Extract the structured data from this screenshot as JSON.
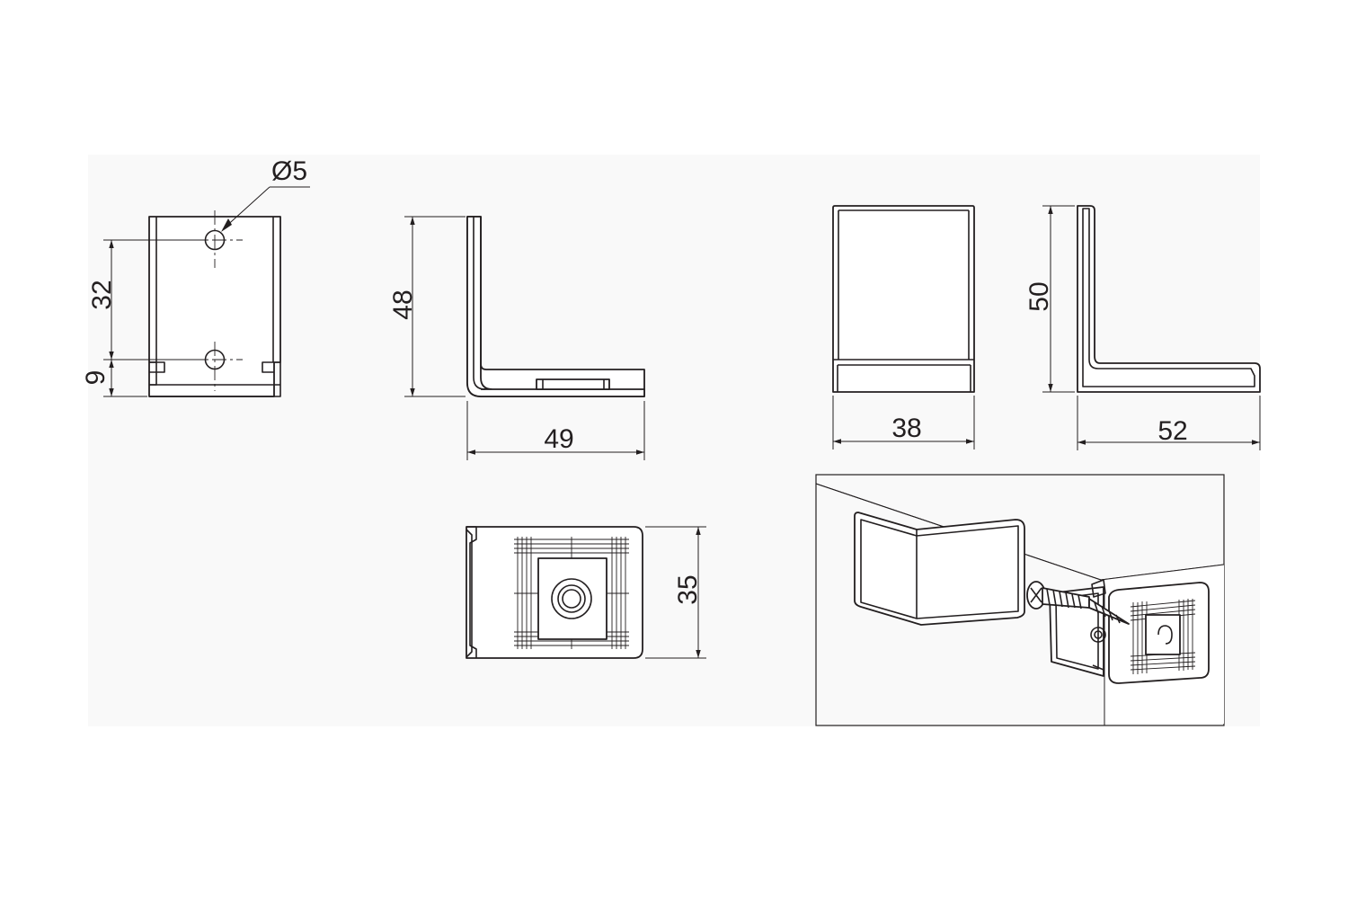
{
  "colors": {
    "panel": "#f9f9f9",
    "line": "#231f20",
    "paper": "#ffffff"
  },
  "dimensions": {
    "hole_diameter": "Ø5",
    "hole_spacing": "32",
    "hole_offset": "9",
    "bracket_height": "48",
    "bracket_depth": "49",
    "cover_width": "38",
    "cover_height": "50",
    "cover_depth": "52",
    "bottom_width": "35"
  },
  "views": [
    "front-view-bracket",
    "side-view-bracket",
    "bottom-view-bracket",
    "front-view-cover",
    "side-view-cover",
    "installation-illustration"
  ]
}
